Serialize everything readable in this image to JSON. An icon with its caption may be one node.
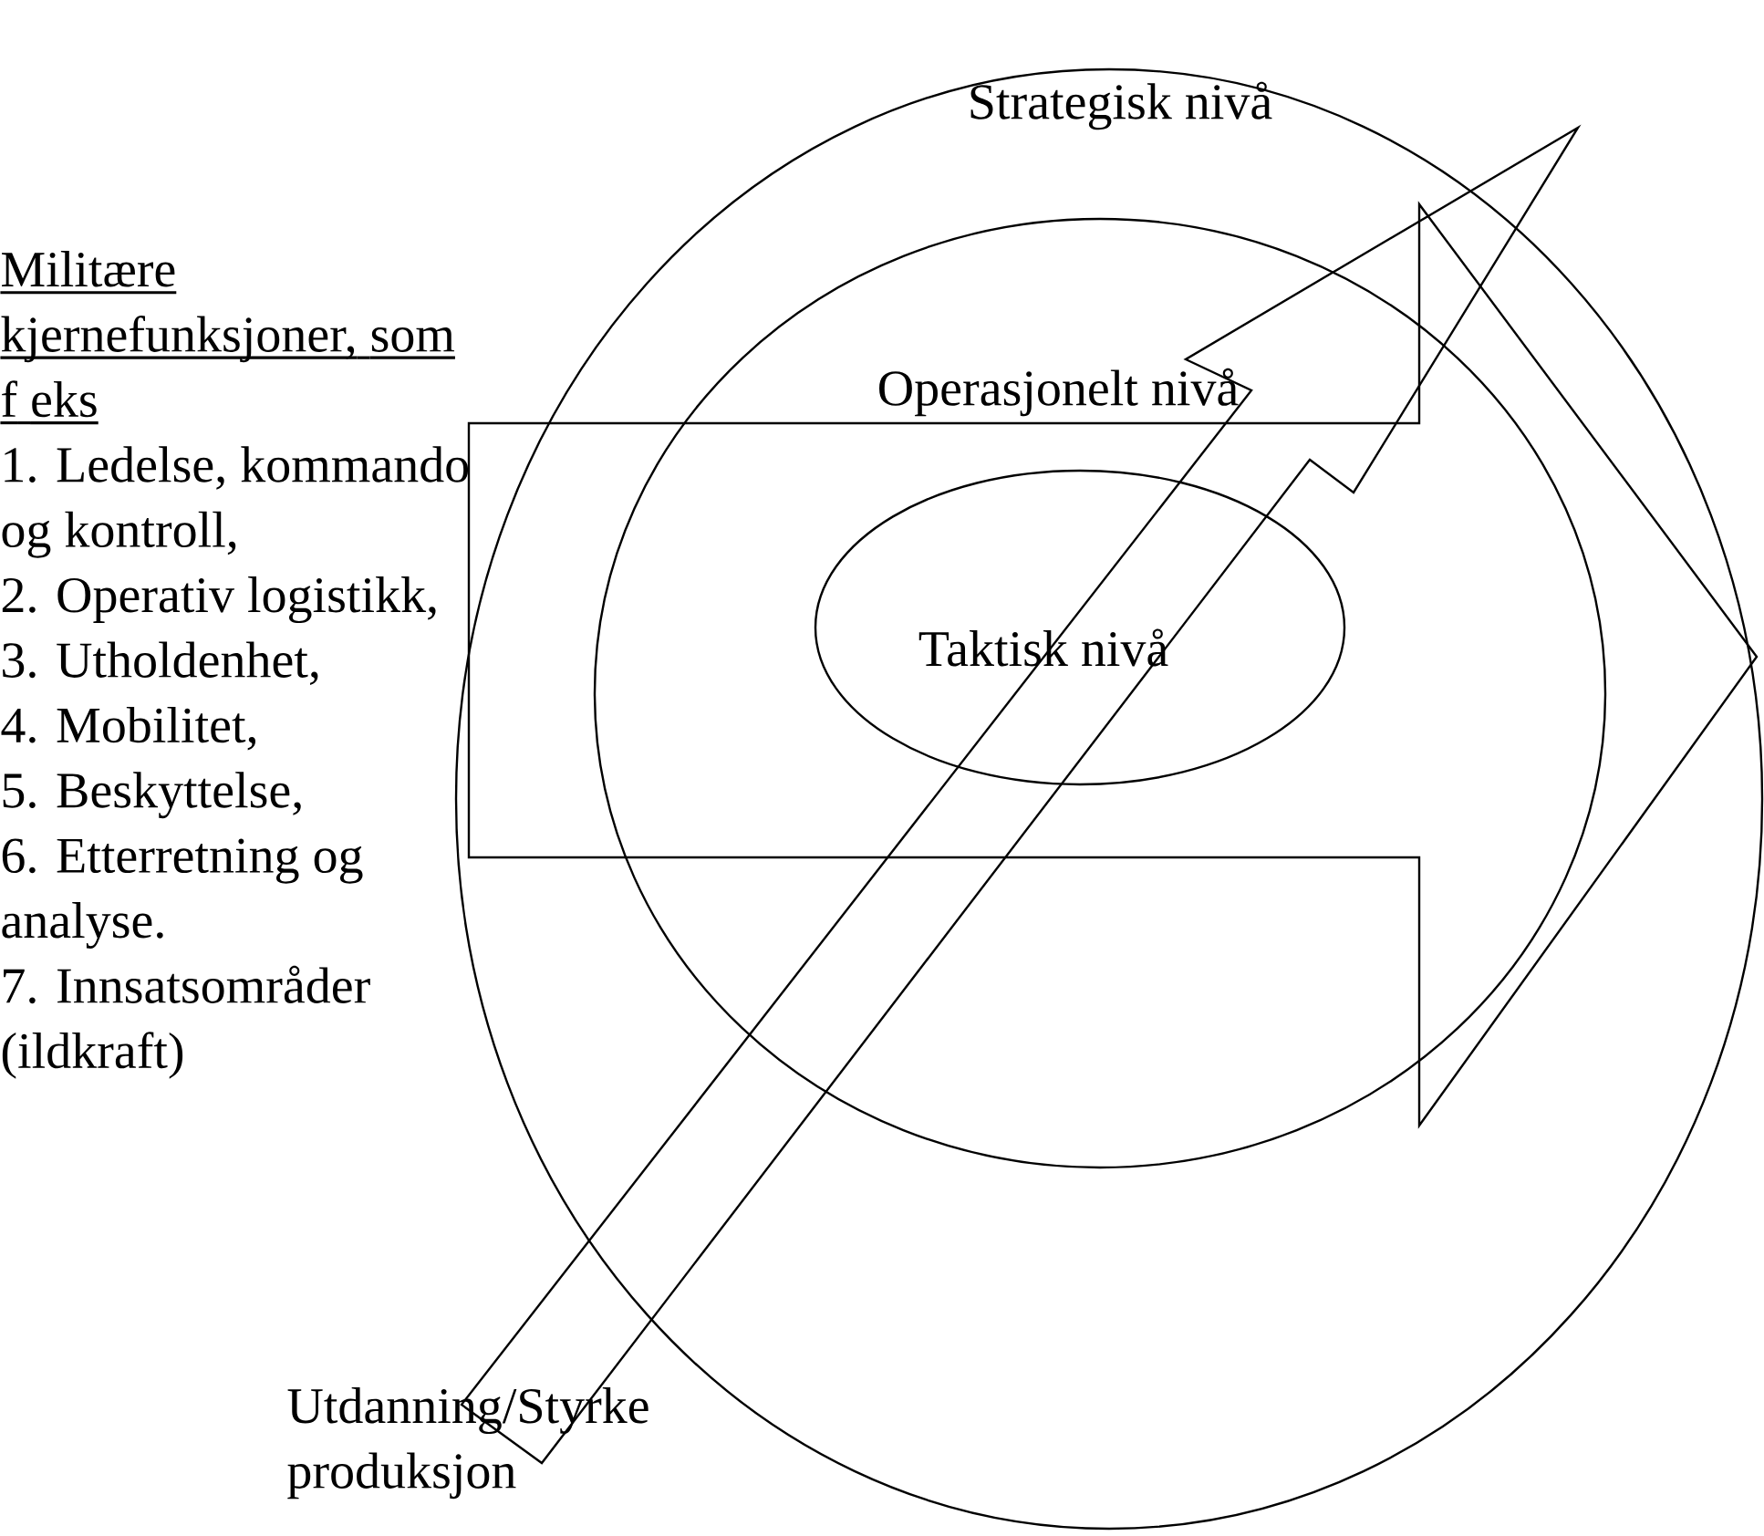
{
  "diagram": {
    "nodes": [
      {
        "text": [
          "Strategisk nivå"
        ]
      },
      {
        "text": [
          "Operasjonelt nivå"
        ],
        "in": 0
      },
      {
        "text": [
          "Taktisk nivå"
        ],
        "in": 1
      }
    ],
    "labels": [
      "Militære kjernefunksjoner, som f eks",
      "1. Ledelse, kommando og kontroll,",
      "2. Operativ logistikk,",
      "3. Utholdenhet,",
      "4. Mobilitet,",
      "5. Beskyttelse,",
      "6. Etterretning og analyse.",
      "7. Innsatsområder (ildkraft)",
      "Utdanning/Styrke produksjon"
    ]
  }
}
